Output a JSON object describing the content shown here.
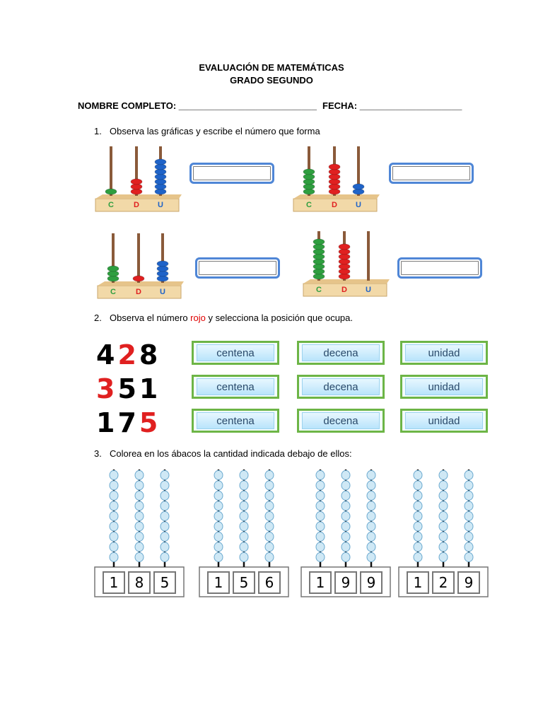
{
  "header": {
    "title_line1": "EVALUACIÓN DE MATEMÁTICAS",
    "title_line2": "GRADO SEGUNDO",
    "name_label": "NOMBRE COMPLETO: ___________________________",
    "date_label": "FECHA: ____________________"
  },
  "q1": {
    "number": "1.",
    "text": "Observa las gráficas y escribe el número que forma",
    "column_labels": [
      "C",
      "D",
      "U"
    ],
    "abaci": [
      {
        "c": 1,
        "d": 3,
        "u": 7
      },
      {
        "c": 5,
        "d": 6,
        "u": 2
      },
      {
        "c": 3,
        "d": 1,
        "u": 4
      },
      {
        "c": 8,
        "d": 7,
        "u": 0
      }
    ]
  },
  "q2": {
    "number": "2.",
    "text_before": "Observa el número ",
    "text_red": "rojo",
    "text_after": " y selecciona la posición que ocupa.",
    "rows": [
      {
        "digits": [
          "4",
          "2",
          "8"
        ],
        "red_index": 1
      },
      {
        "digits": [
          "3",
          "5",
          "1"
        ],
        "red_index": 0
      },
      {
        "digits": [
          "1",
          "7",
          "5"
        ],
        "red_index": 2
      }
    ],
    "options": [
      "centena",
      "decena",
      "unidad"
    ]
  },
  "q3": {
    "number": "3.",
    "text": "Colorea en los ábacos la cantidad indicada debajo de ellos:",
    "abaci": [
      {
        "digits": [
          "1",
          "8",
          "5"
        ]
      },
      {
        "digits": [
          "1",
          "5",
          "6"
        ]
      },
      {
        "digits": [
          "1",
          "9",
          "9"
        ]
      },
      {
        "digits": [
          "1",
          "2",
          "9"
        ]
      }
    ]
  },
  "colors": {
    "green": "#2e9e3f",
    "red": "#e02020",
    "blue": "#1f63c8",
    "box_border": "#4f86d6",
    "option_border": "#6db546",
    "bead_light": "#cfe8f5"
  }
}
